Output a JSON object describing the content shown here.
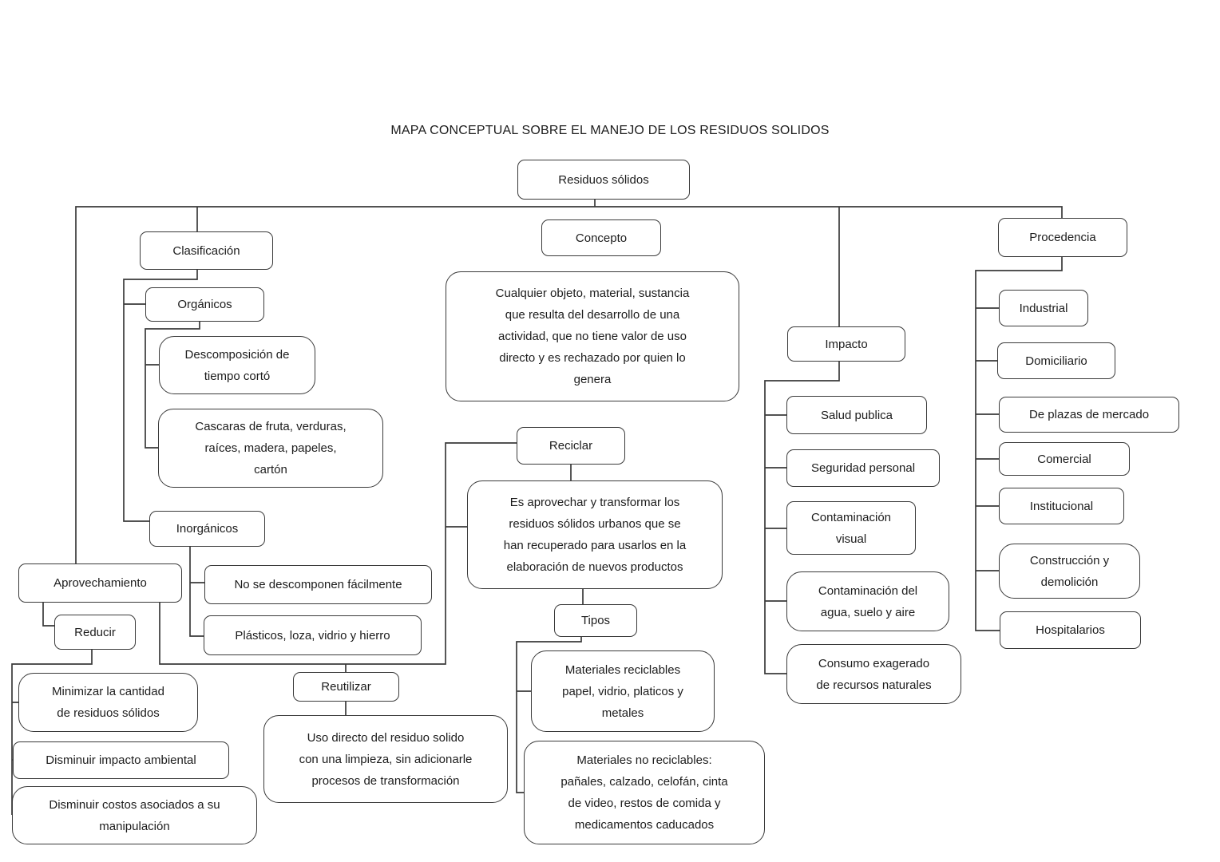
{
  "title": "MAPA CONCEPTUAL SOBRE EL MANEJO DE LOS RESIDUOS SOLIDOS",
  "colors": {
    "background": "#ffffff",
    "border": "#3a3a3a",
    "text": "#1c1c1c",
    "line": "#3a3a3a"
  },
  "nodes": {
    "root": {
      "label": "Residuos sólidos"
    },
    "clasificacion": {
      "label": "Clasificación"
    },
    "organicos": {
      "label": "Orgánicos"
    },
    "descomposicion": {
      "label": "Descomposición de\ntiempo cortó"
    },
    "cascaras": {
      "label": "Cascaras de fruta, verduras,\nraíces, madera, papeles,\ncartón"
    },
    "inorganicos": {
      "label": "Inorgánicos"
    },
    "no_descomponen": {
      "label": "No se descomponen fácilmente"
    },
    "plasticos": {
      "label": "Plásticos, loza, vidrio y hierro"
    },
    "aprovechamiento": {
      "label": "Aprovechamiento"
    },
    "reducir": {
      "label": "Reducir"
    },
    "minimizar": {
      "label": "Minimizar la cantidad\nde residuos sólidos"
    },
    "disminuir_impacto": {
      "label": "Disminuir impacto ambiental"
    },
    "disminuir_costos": {
      "label": "Disminuir costos asociados a su\nmanipulación"
    },
    "concepto": {
      "label": "Concepto"
    },
    "concepto_def": {
      "label": "Cualquier objeto, material, sustancia\nque resulta del desarrollo de una\nactividad, que no tiene valor de uso\ndirecto y es rechazado por quien lo\ngenera"
    },
    "reciclar": {
      "label": "Reciclar"
    },
    "reciclar_def": {
      "label": "Es aprovechar y transformar los\nresiduos sólidos urbanos que se\nhan recuperado para usarlos en la\nelaboración de nuevos productos"
    },
    "tipos": {
      "label": "Tipos"
    },
    "reciclables": {
      "label": "Materiales reciclables\npapel, vidrio, platicos y\nmetales"
    },
    "no_reciclables": {
      "label": "Materiales no reciclables:\npañales, calzado, celofán, cinta\nde video, restos de comida y\nmedicamentos caducados"
    },
    "reutilizar": {
      "label": "Reutilizar"
    },
    "reutilizar_def": {
      "label": "Uso directo del residuo solido\ncon una limpieza, sin adicionarle\nprocesos de transformación"
    },
    "impacto": {
      "label": "Impacto"
    },
    "salud": {
      "label": "Salud publica"
    },
    "seguridad": {
      "label": "Seguridad personal"
    },
    "cont_visual": {
      "label": "Contaminación\nvisual"
    },
    "cont_agua": {
      "label": "Contaminación del\nagua, suelo y aire"
    },
    "consumo": {
      "label": "Consumo exagerado\nde recursos naturales"
    },
    "procedencia": {
      "label": "Procedencia"
    },
    "industrial": {
      "label": "Industrial"
    },
    "domiciliario": {
      "label": "Domiciliario"
    },
    "plazas": {
      "label": "De plazas de mercado"
    },
    "comercial": {
      "label": "Comercial"
    },
    "institucional": {
      "label": "Institucional"
    },
    "construccion": {
      "label": "Construcción y\ndemolición"
    },
    "hospitalarios": {
      "label": "Hospitalarios"
    }
  }
}
